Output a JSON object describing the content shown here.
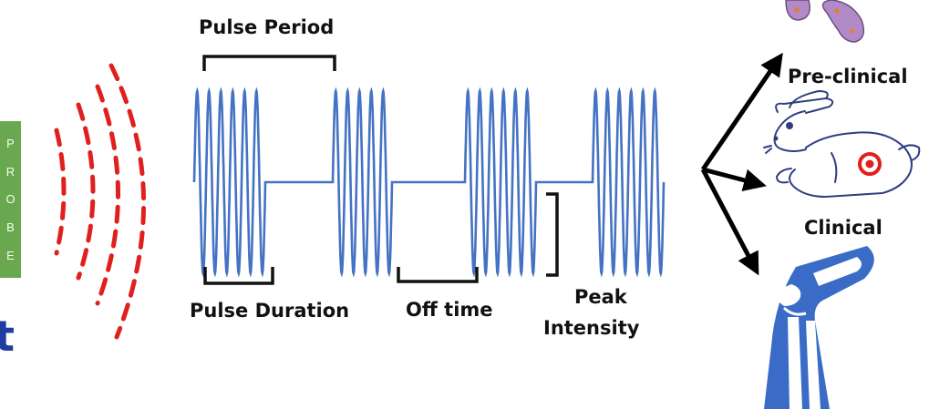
{
  "labels": {
    "pulse_period": "Pulse Period",
    "pulse_duration": "Pulse Duration",
    "off_time": "Off time",
    "peak_intensity_line1": "Peak",
    "peak_intensity_line2": "Intensity",
    "pre_clinical": "Pre-clinical",
    "clinical": "Clinical"
  },
  "probe": {
    "letters": [
      "P",
      "R",
      "O",
      "B",
      "E"
    ]
  },
  "cropped_heading_fragment": "t",
  "colors": {
    "waveform": "#4472c4",
    "waves": "#e0201e",
    "probe": "#6aa84f",
    "bracket": "#111111",
    "knee": "#3a6bc6",
    "cells": "#b38ac8",
    "heading": "#1f3da0"
  },
  "icons": {
    "cells": "cell-icon",
    "rabbit": "rabbit-icon",
    "target": "target-icon",
    "knee": "knee-icon"
  }
}
